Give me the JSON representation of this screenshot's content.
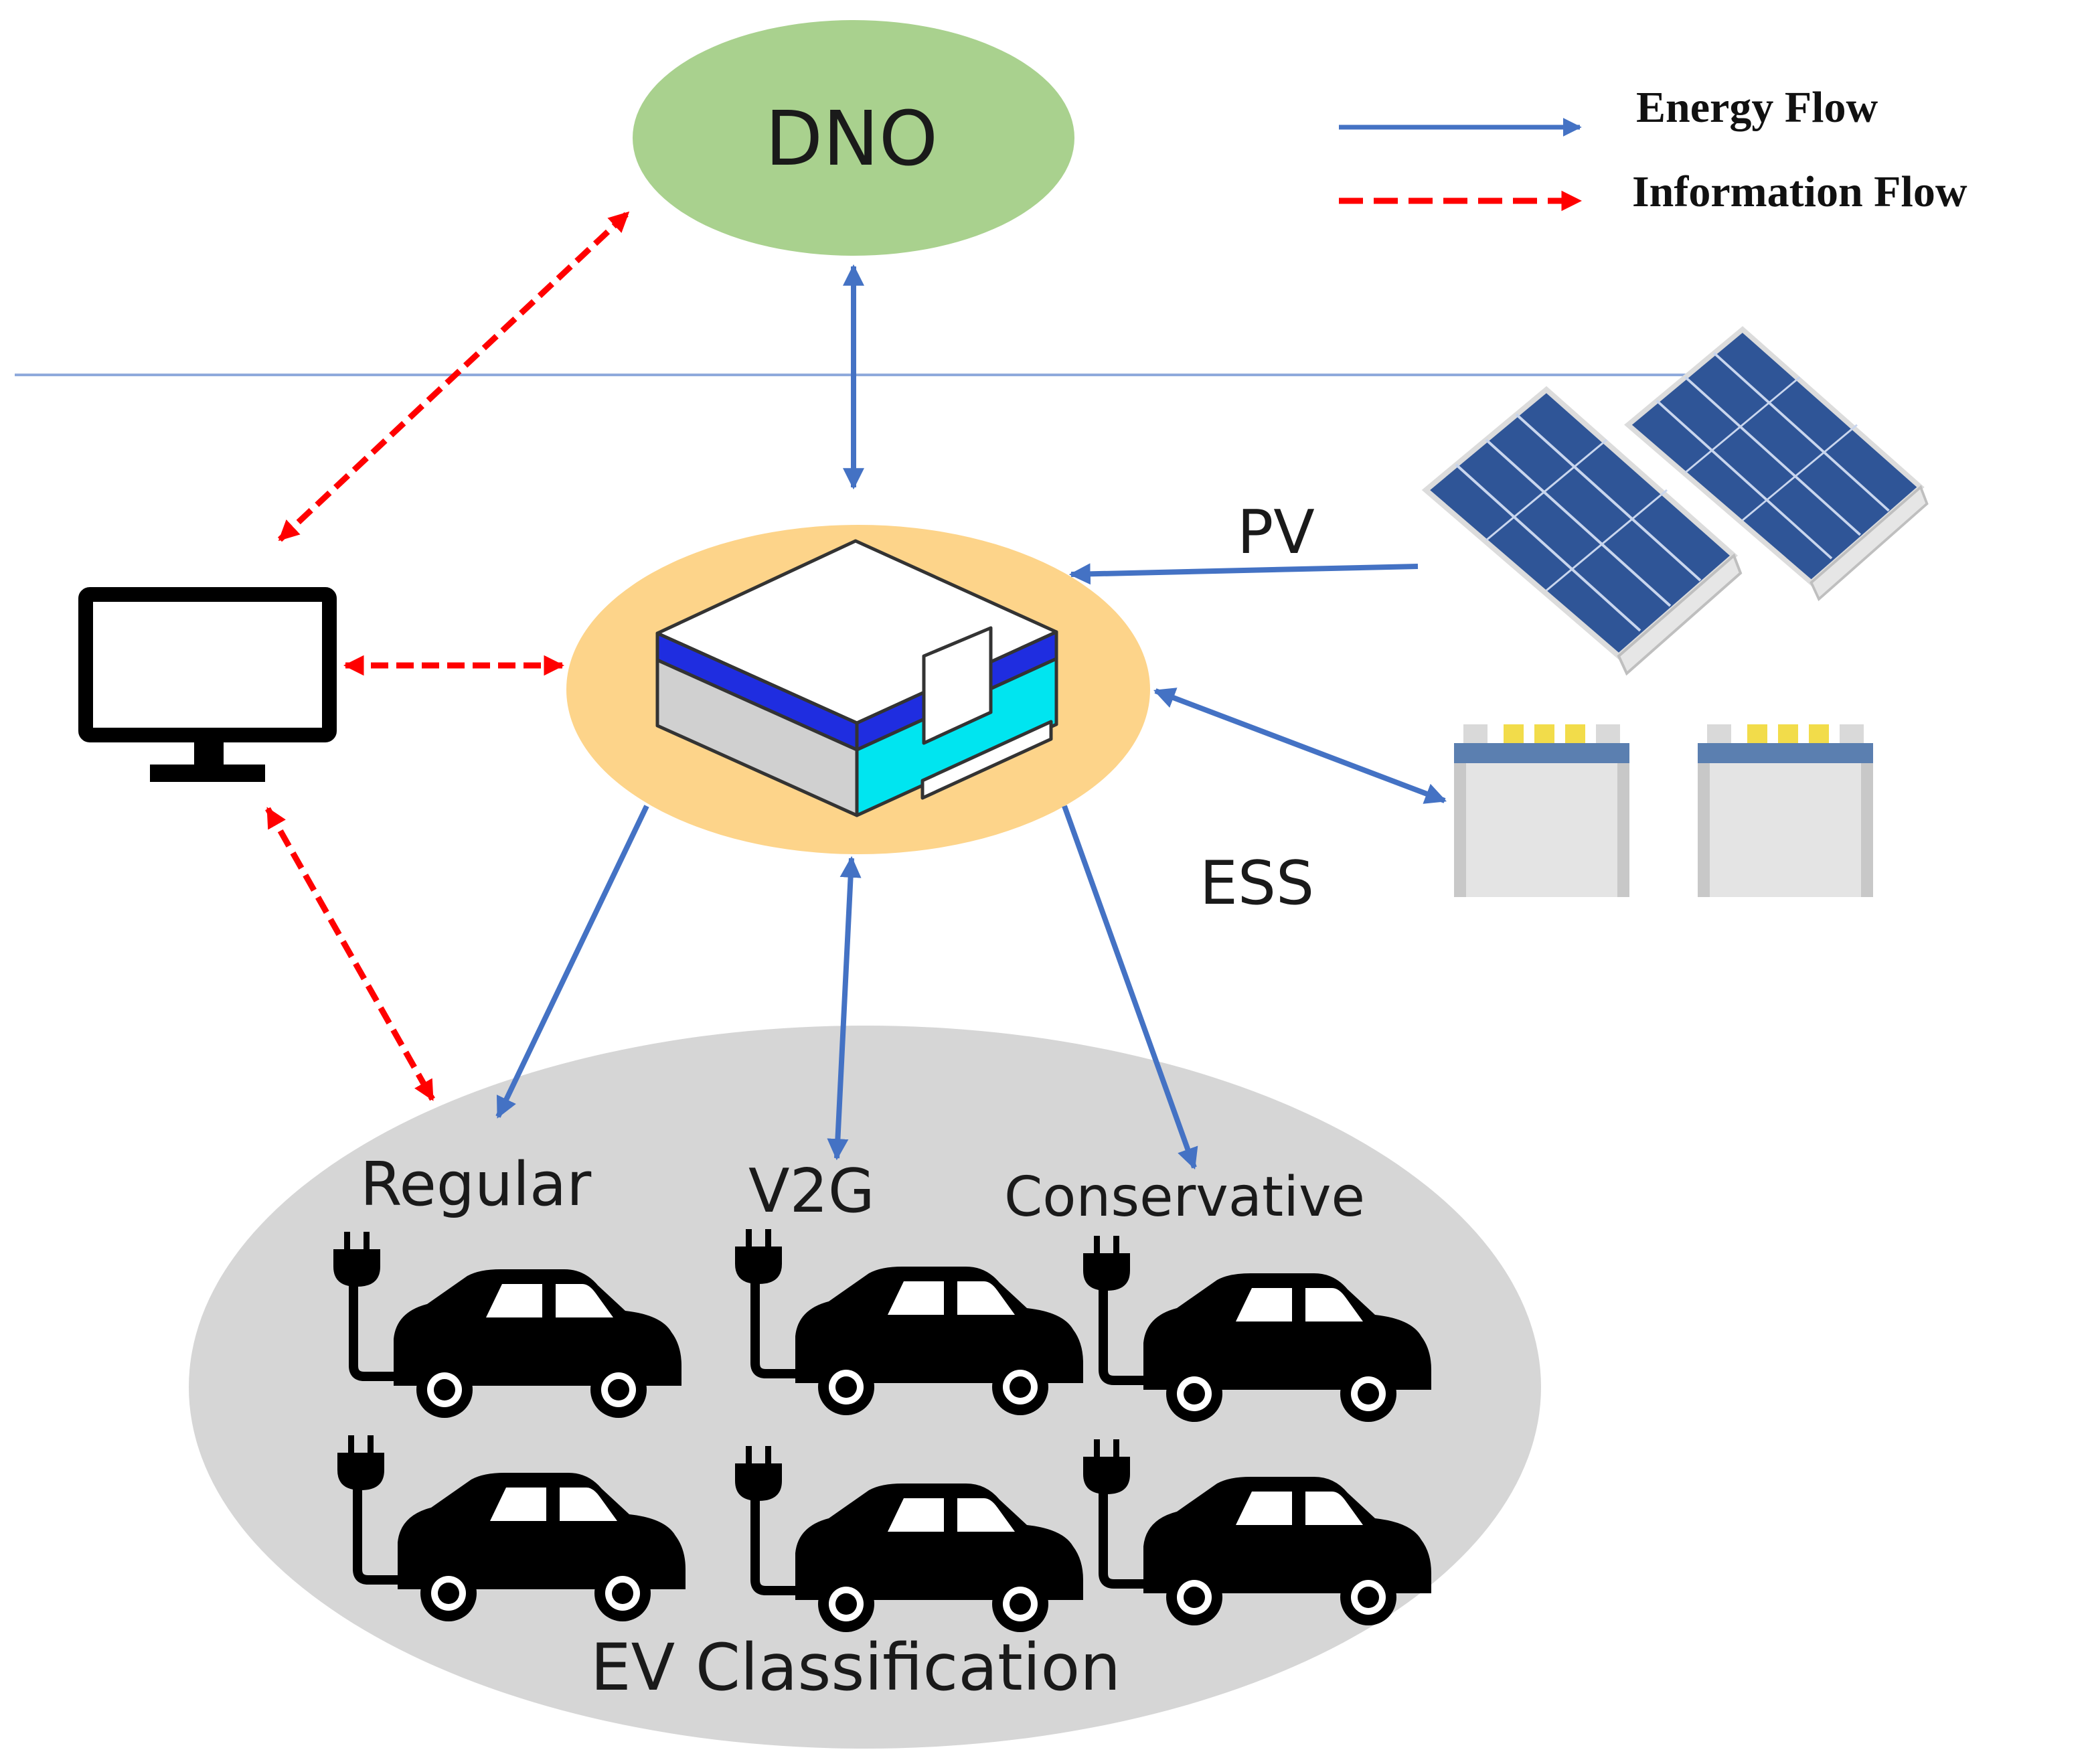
{
  "legend": {
    "energy_flow": "Energy Flow",
    "information_flow": "Information Flow"
  },
  "nodes": {
    "dno": "DNO",
    "pv": "PV",
    "ess": "ESS",
    "ev_classification": "EV Classification"
  },
  "ev_classes": {
    "regular": "Regular",
    "v2g": "V2G",
    "conservative": "Conservative"
  },
  "icons": {
    "monitor": "monitor-icon",
    "station": "charging-station-icon",
    "solar": "solar-panel-icon",
    "battery": "battery-icon",
    "car": "ev-car-icon"
  },
  "colors": {
    "energy_flow": "#4472c4",
    "information_flow": "#ff0000",
    "dno_fill": "#a9d18e",
    "hub_fill": "#fdd48a",
    "ev_area_fill": "#d6d6d6",
    "boundary_line": "#8faadc"
  }
}
